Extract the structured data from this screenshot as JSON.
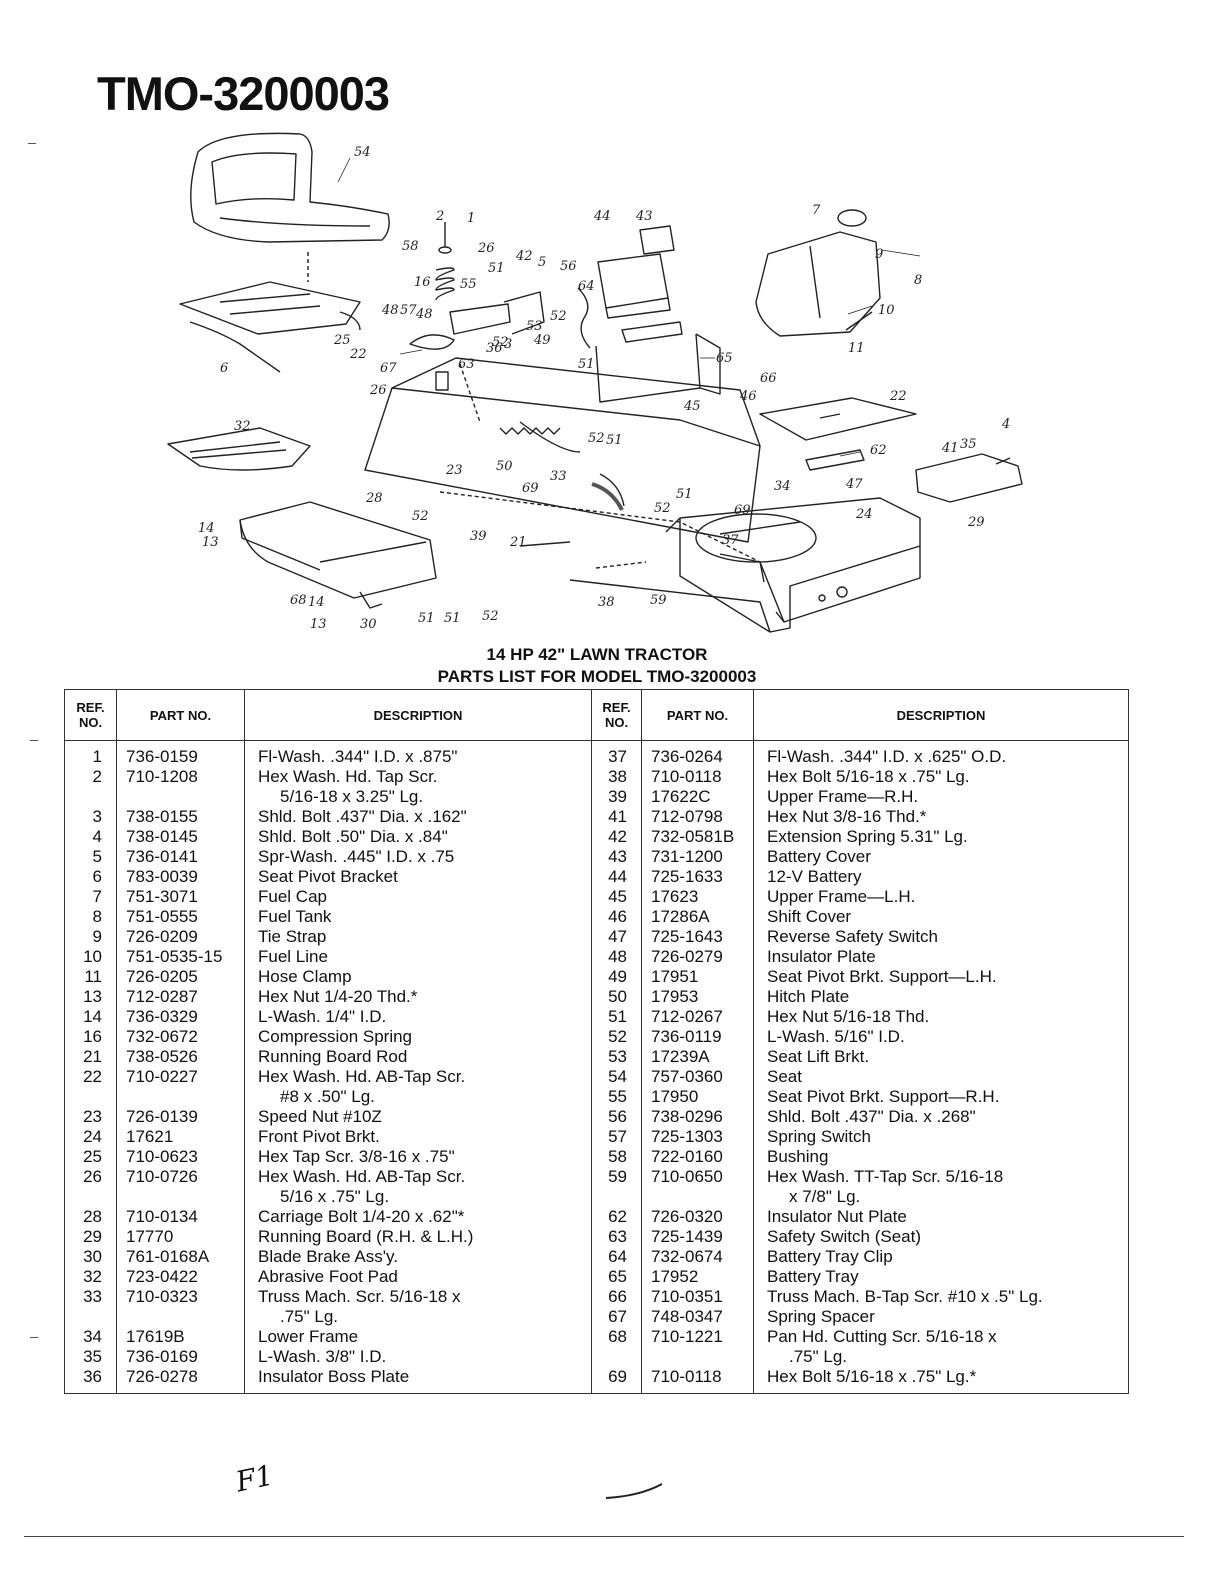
{
  "title": "TMO-3200003",
  "heading_line1": "14 HP 42\" LAWN TRACTOR",
  "heading_line2": "PARTS LIST FOR MODEL TMO-3200003",
  "table": {
    "col_ref": "REF. NO.",
    "col_part": "PART NO.",
    "col_desc": "DESCRIPTION"
  },
  "left_column": [
    {
      "ref": "1",
      "part": "736-0159",
      "desc": [
        "Fl-Wash. .344\" I.D. x .875\""
      ]
    },
    {
      "ref": "2",
      "part": "710-1208",
      "desc": [
        "Hex Wash. Hd. Tap Scr.",
        "5/16-18 x 3.25\" Lg."
      ]
    },
    {
      "ref": "3",
      "part": "738-0155",
      "desc": [
        "Shld. Bolt .437\" Dia. x .162\""
      ]
    },
    {
      "ref": "4",
      "part": "738-0145",
      "desc": [
        "Shld. Bolt .50\" Dia. x .84\""
      ]
    },
    {
      "ref": "5",
      "part": "736-0141",
      "desc": [
        "Spr-Wash. .445\" I.D. x .75"
      ]
    },
    {
      "ref": "6",
      "part": "783-0039",
      "desc": [
        "Seat Pivot Bracket"
      ]
    },
    {
      "ref": "7",
      "part": "751-3071",
      "desc": [
        "Fuel Cap"
      ]
    },
    {
      "ref": "8",
      "part": "751-0555",
      "desc": [
        "Fuel Tank"
      ]
    },
    {
      "ref": "9",
      "part": "726-0209",
      "desc": [
        "Tie Strap"
      ]
    },
    {
      "ref": "10",
      "part": "751-0535-15",
      "desc": [
        "Fuel Line"
      ]
    },
    {
      "ref": "11",
      "part": "726-0205",
      "desc": [
        "Hose Clamp"
      ]
    },
    {
      "ref": "13",
      "part": "712-0287",
      "desc": [
        "Hex Nut 1/4-20 Thd.*"
      ]
    },
    {
      "ref": "14",
      "part": "736-0329",
      "desc": [
        "L-Wash. 1/4\" I.D."
      ]
    },
    {
      "ref": "16",
      "part": "732-0672",
      "desc": [
        "Compression Spring"
      ]
    },
    {
      "ref": "21",
      "part": "738-0526",
      "desc": [
        "Running Board Rod"
      ]
    },
    {
      "ref": "22",
      "part": "710-0227",
      "desc": [
        "Hex Wash. Hd. AB-Tap Scr.",
        "#8 x .50\" Lg."
      ]
    },
    {
      "ref": "23",
      "part": "726-0139",
      "desc": [
        "Speed Nut #10Z"
      ]
    },
    {
      "ref": "24",
      "part": "17621",
      "desc": [
        "Front Pivot Brkt."
      ]
    },
    {
      "ref": "25",
      "part": "710-0623",
      "desc": [
        "Hex Tap Scr. 3/8-16 x .75\""
      ]
    },
    {
      "ref": "26",
      "part": "710-0726",
      "desc": [
        "Hex Wash. Hd. AB-Tap Scr.",
        "5/16 x .75\" Lg."
      ]
    },
    {
      "ref": "28",
      "part": "710-0134",
      "desc": [
        "Carriage Bolt 1/4-20 x .62\"*"
      ]
    },
    {
      "ref": "29",
      "part": "17770",
      "desc": [
        "Running Board (R.H. & L.H.)"
      ]
    },
    {
      "ref": "30",
      "part": "761-0168A",
      "desc": [
        "Blade Brake Ass'y."
      ]
    },
    {
      "ref": "32",
      "part": "723-0422",
      "desc": [
        "Abrasive Foot Pad"
      ]
    },
    {
      "ref": "33",
      "part": "710-0323",
      "desc": [
        "Truss Mach. Scr. 5/16-18 x",
        ".75\" Lg."
      ]
    },
    {
      "ref": "34",
      "part": "17619B",
      "desc": [
        "Lower Frame"
      ]
    },
    {
      "ref": "35",
      "part": "736-0169",
      "desc": [
        "L-Wash. 3/8\" I.D."
      ]
    },
    {
      "ref": "36",
      "part": "726-0278",
      "desc": [
        "Insulator Boss Plate"
      ]
    }
  ],
  "right_column": [
    {
      "ref": "37",
      "part": "736-0264",
      "desc": [
        "Fl-Wash. .344\" I.D. x .625\" O.D."
      ]
    },
    {
      "ref": "38",
      "part": "710-0118",
      "desc": [
        "Hex Bolt 5/16-18 x .75\" Lg."
      ]
    },
    {
      "ref": "39",
      "part": "17622C",
      "desc": [
        "Upper Frame—R.H."
      ]
    },
    {
      "ref": "41",
      "part": "712-0798",
      "desc": [
        "Hex Nut 3/8-16 Thd.*"
      ]
    },
    {
      "ref": "42",
      "part": "732-0581B",
      "desc": [
        "Extension Spring 5.31\" Lg."
      ]
    },
    {
      "ref": "43",
      "part": "731-1200",
      "desc": [
        "Battery Cover"
      ]
    },
    {
      "ref": "44",
      "part": "725-1633",
      "desc": [
        "12-V Battery"
      ]
    },
    {
      "ref": "45",
      "part": "17623",
      "desc": [
        "Upper Frame—L.H."
      ]
    },
    {
      "ref": "46",
      "part": "17286A",
      "desc": [
        "Shift Cover"
      ]
    },
    {
      "ref": "47",
      "part": "725-1643",
      "desc": [
        "Reverse Safety Switch"
      ]
    },
    {
      "ref": "48",
      "part": "726-0279",
      "desc": [
        "Insulator Plate"
      ]
    },
    {
      "ref": "49",
      "part": "17951",
      "desc": [
        "Seat Pivot Brkt. Support—L.H."
      ]
    },
    {
      "ref": "50",
      "part": "17953",
      "desc": [
        "Hitch Plate"
      ]
    },
    {
      "ref": "51",
      "part": "712-0267",
      "desc": [
        "Hex Nut 5/16-18 Thd."
      ]
    },
    {
      "ref": "52",
      "part": "736-0119",
      "desc": [
        "L-Wash. 5/16\" I.D."
      ]
    },
    {
      "ref": "53",
      "part": "17239A",
      "desc": [
        "Seat Lift Brkt."
      ]
    },
    {
      "ref": "54",
      "part": "757-0360",
      "desc": [
        "Seat"
      ]
    },
    {
      "ref": "55",
      "part": "17950",
      "desc": [
        "Seat Pivot Brkt. Support—R.H."
      ]
    },
    {
      "ref": "56",
      "part": "738-0296",
      "desc": [
        "Shld. Bolt .437\" Dia. x .268\""
      ]
    },
    {
      "ref": "57",
      "part": "725-1303",
      "desc": [
        "Spring Switch"
      ]
    },
    {
      "ref": "58",
      "part": "722-0160",
      "desc": [
        "Bushing"
      ]
    },
    {
      "ref": "59",
      "part": "710-0650",
      "desc": [
        "Hex Wash. TT-Tap Scr. 5/16-18",
        "x 7/8\" Lg."
      ]
    },
    {
      "ref": "62",
      "part": "726-0320",
      "desc": [
        "Insulator Nut Plate"
      ]
    },
    {
      "ref": "63",
      "part": "725-1439",
      "desc": [
        "Safety Switch (Seat)"
      ]
    },
    {
      "ref": "64",
      "part": "732-0674",
      "desc": [
        "Battery Tray Clip"
      ]
    },
    {
      "ref": "65",
      "part": "17952",
      "desc": [
        "Battery Tray"
      ]
    },
    {
      "ref": "66",
      "part": "710-0351",
      "desc": [
        "Truss Mach. B-Tap Scr. #10 x .5\" Lg."
      ]
    },
    {
      "ref": "67",
      "part": "748-0347",
      "desc": [
        "Spring Spacer"
      ]
    },
    {
      "ref": "68",
      "part": "710-1221",
      "desc": [
        "Pan Hd. Cutting Scr. 5/16-18 x",
        ".75\" Lg."
      ]
    },
    {
      "ref": "69",
      "part": "710-0118",
      "desc": [
        "Hex Bolt 5/16-18 x .75\" Lg.*"
      ]
    }
  ],
  "callouts": [
    "54",
    "2",
    "1",
    "58",
    "26",
    "51",
    "42",
    "5",
    "56",
    "44",
    "43",
    "7",
    "9",
    "8",
    "10",
    "11",
    "16",
    "55",
    "64",
    "48",
    "57",
    "48",
    "53",
    "52",
    "3",
    "22",
    "63",
    "36",
    "52",
    "49",
    "51",
    "65",
    "67",
    "26",
    "45",
    "66",
    "46",
    "22",
    "32",
    "52",
    "51",
    "62",
    "23",
    "50",
    "33",
    "47",
    "41",
    "35",
    "4",
    "29",
    "69",
    "51",
    "52",
    "28",
    "34",
    "24",
    "14",
    "13",
    "52",
    "39",
    "21",
    "69",
    "37",
    "68",
    "14",
    "13",
    "30",
    "51",
    "51",
    "52",
    "38",
    "59",
    "6",
    "25"
  ],
  "handwritten_note": "F1"
}
